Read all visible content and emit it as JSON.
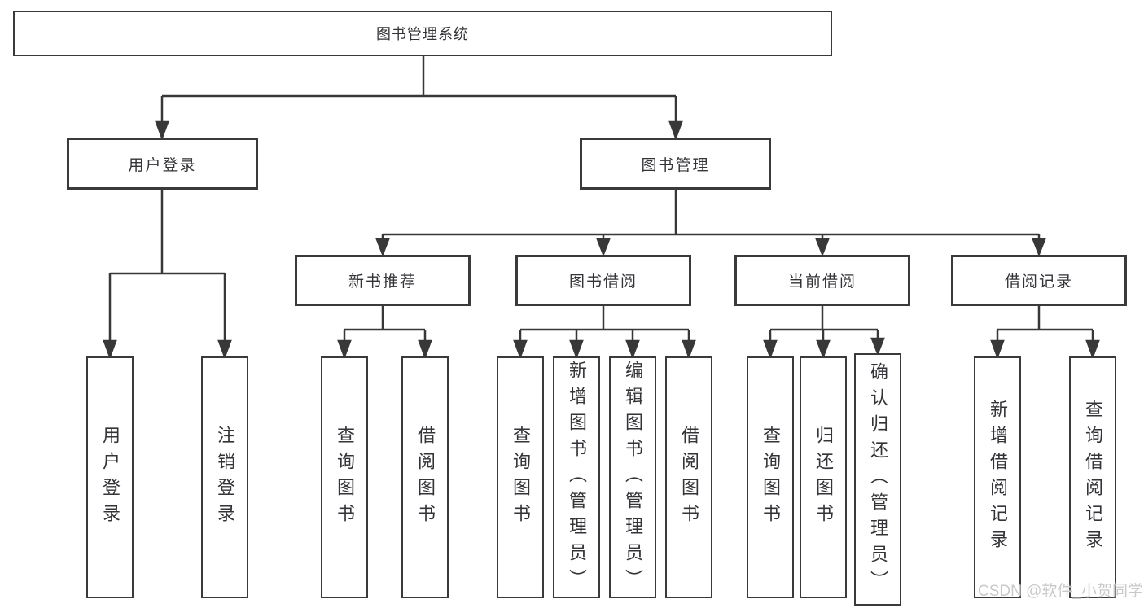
{
  "diagram_title": "图书管理系统",
  "tree": {
    "root": {
      "label": "图书管理系统",
      "children": [
        {
          "label": "用户登录",
          "children": [
            {
              "label": "用户登录"
            },
            {
              "label": "注销登录"
            }
          ]
        },
        {
          "label": "图书管理",
          "children": [
            {
              "label": "新书推荐",
              "children": [
                {
                  "label": "查询图书"
                },
                {
                  "label": "借阅图书"
                }
              ]
            },
            {
              "label": "图书借阅",
              "children": [
                {
                  "label": "查询图书"
                },
                {
                  "label": "新增图书（管理员）"
                },
                {
                  "label": "编辑图书（管理员）"
                },
                {
                  "label": "借阅图书"
                }
              ]
            },
            {
              "label": "当前借阅",
              "children": [
                {
                  "label": "查询图书"
                },
                {
                  "label": "归还图书"
                },
                {
                  "label": "确认归还（管理员）"
                }
              ]
            },
            {
              "label": "借阅记录",
              "children": [
                {
                  "label": "新增借阅记录"
                },
                {
                  "label": "查询借阅记录"
                }
              ]
            }
          ]
        }
      ]
    }
  },
  "watermark": "CSDN @软件_小贺同学",
  "colors": {
    "box_border": "#3a3a3a",
    "connector_line": "#383838",
    "text": "#333338",
    "watermark_text": "#c9c9c9",
    "background": "#ffffff"
  }
}
